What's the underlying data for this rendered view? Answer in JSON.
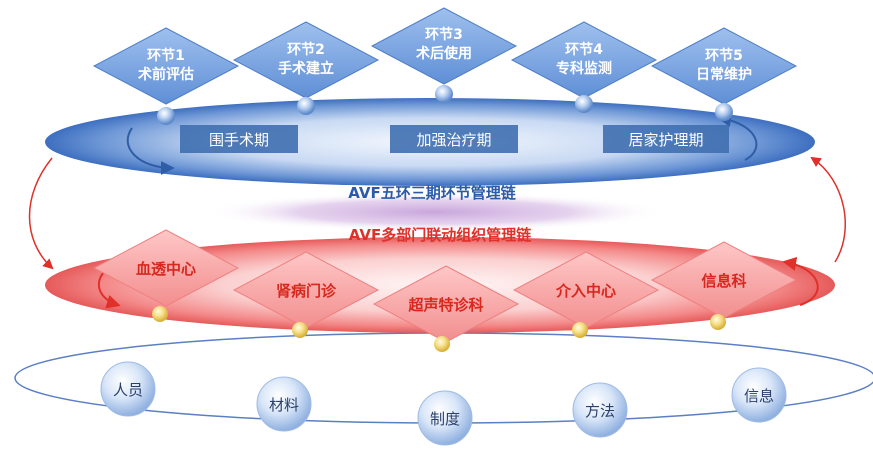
{
  "stages": [
    {
      "line1": "环节1",
      "line2": "术前评估"
    },
    {
      "line1": "环节2",
      "line2": "手术建立"
    },
    {
      "line1": "环节3",
      "line2": "术后使用"
    },
    {
      "line1": "环节4",
      "line2": "专科监测"
    },
    {
      "line1": "环节5",
      "line2": "日常维护"
    }
  ],
  "periods": [
    "围手术期",
    "加强治疗期",
    "居家护理期"
  ],
  "chain_titles": {
    "upper": "AVF五环三期环节管理链",
    "lower": "AVF多部门联动组织管理链"
  },
  "departments": [
    "血透中心",
    "肾病门诊",
    "超声特诊科",
    "介入中心",
    "信息科"
  ],
  "resources": [
    "人员",
    "材料",
    "制度",
    "方法",
    "信息"
  ],
  "colors": {
    "blue_text": "#2a5aa8",
    "red_text": "#e0302a",
    "dept_text": "#d8281e",
    "period_box": "#3f6fb0"
  }
}
